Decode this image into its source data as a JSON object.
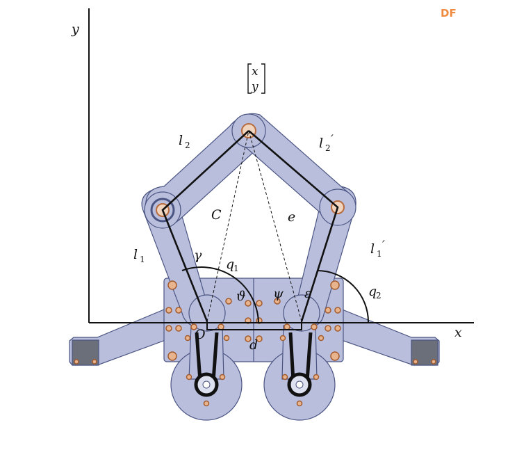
{
  "logo": {
    "text": "DF",
    "color": "#f08a3e"
  },
  "colors": {
    "part_fill": "#b9bedc",
    "part_stroke": "#4b5583",
    "screw": "#d9946a",
    "link_line": "#111111"
  },
  "labels": {
    "axis_x": "x",
    "axis_y": "y",
    "vector_top": "x",
    "vector_bottom": "y",
    "l1": "l",
    "l1_sub": "1",
    "l2": "l",
    "l2_sub": "2",
    "l1p": "l",
    "l1p_sub": "1",
    "l1p_prime": "′",
    "l2p": "l",
    "l2p_sub": "2",
    "l2p_prime": "′",
    "c": "C",
    "e": "e",
    "gamma": "γ",
    "q1": "q",
    "q1_sub": "1",
    "q2": "q",
    "q2_sub": "2",
    "theta": "ϑ",
    "psi": "ψ",
    "epsilon": "ε",
    "origin": "O",
    "d": "d"
  }
}
